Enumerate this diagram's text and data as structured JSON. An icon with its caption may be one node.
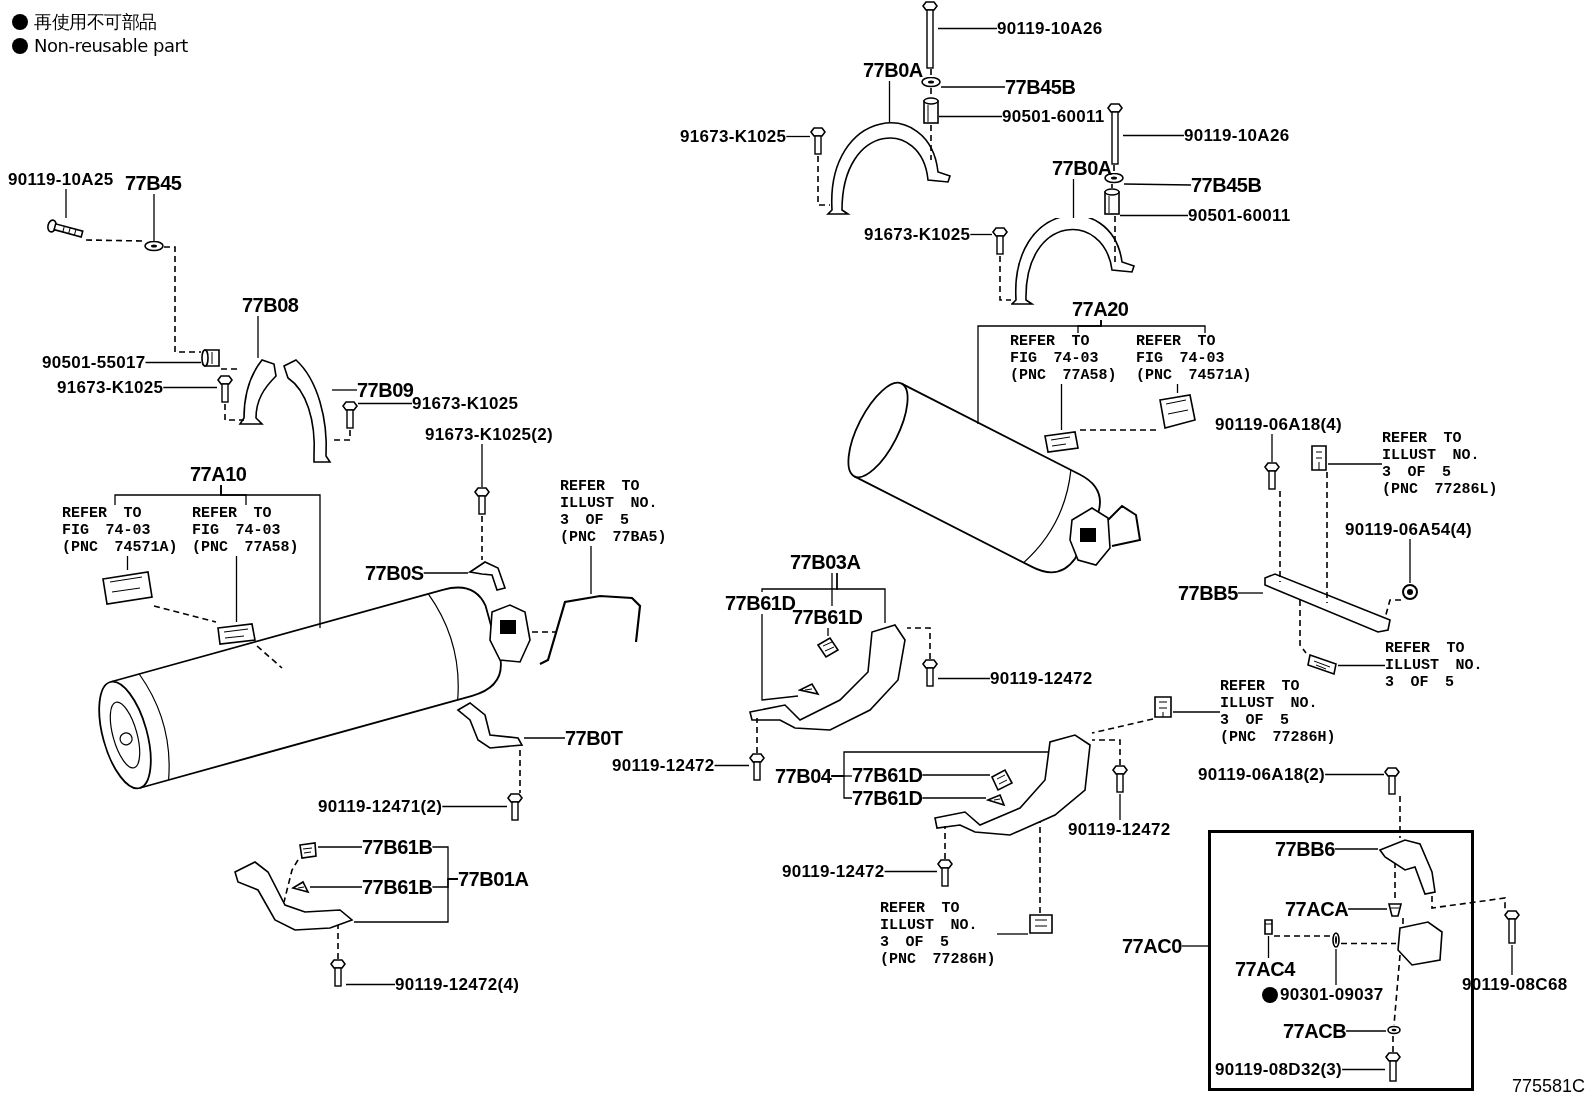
{
  "diagram": {
    "nodes": [
      {
        "text": [
          "90119-10A25"
        ]
      },
      {
        "text": [
          "77B45"
        ]
      },
      {
        "text": [
          "90119-10A26"
        ]
      },
      {
        "text": [
          "77B0A"
        ]
      },
      {
        "text": [
          "77B45B"
        ]
      },
      {
        "text": [
          "90501-60011"
        ]
      },
      {
        "text": [
          "91673-K1025"
        ]
      },
      {
        "text": [
          "90119-10A26"
        ]
      },
      {
        "text": [
          "77B0A"
        ]
      },
      {
        "text": [
          "77B45B"
        ]
      },
      {
        "text": [
          "90501-60011"
        ]
      },
      {
        "text": [
          "91673-K1025"
        ]
      },
      {
        "text": [
          "77B08"
        ]
      },
      {
        "text": [
          "77A20"
        ]
      },
      {
        "text": [
          "REFER TO FIG 74-03 (PNC 77A58)"
        ]
      },
      {
        "text": [
          "REFER TO FIG 74-03 (PNC 74571A)"
        ]
      },
      {
        "text": [
          "90501-55017"
        ]
      },
      {
        "text": [
          "91673-K1025"
        ]
      },
      {
        "text": [
          "77B09"
        ]
      },
      {
        "text": [
          "91673-K1025"
        ]
      },
      {
        "text": [
          "91673-K1025(2)"
        ]
      },
      {
        "text": [
          "90119-06A18(4)"
        ]
      },
      {
        "text": [
          "REFER TO ILLUST NO. 3 OF 5 (PNC 77286L)"
        ]
      },
      {
        "text": [
          "77A10"
        ]
      },
      {
        "text": [
          "REFER TO FIG 74-03 (PNC 74571A)"
        ]
      },
      {
        "text": [
          "REFER TO FIG 74-03 (PNC 77A58)"
        ]
      },
      {
        "text": [
          "REFER TO ILLUST NO. 3 OF 5 (PNC 77BA5)"
        ]
      },
      {
        "text": [
          "90119-06A54(4)"
        ]
      },
      {
        "text": [
          "77B03A"
        ]
      },
      {
        "text": [
          "77B61D"
        ]
      },
      {
        "text": [
          "77B61D"
        ]
      },
      {
        "text": [
          "77B0S"
        ]
      },
      {
        "text": [
          "77BB5"
        ]
      },
      {
        "text": [
          "REFER TO ILLUST NO. 3 OF 5"
        ]
      },
      {
        "text": [
          "90119-12472"
        ]
      },
      {
        "text": [
          "REFER TO ILLUST NO. 3 OF 5 (PNC 77286H)"
        ]
      },
      {
        "text": [
          "77B0T"
        ]
      },
      {
        "text": [
          "90119-12472"
        ]
      },
      {
        "text": [
          "77B04"
        ]
      },
      {
        "text": [
          "77B61D"
        ]
      },
      {
        "text": [
          "77B61D"
        ]
      },
      {
        "text": [
          "90119-06A18(2)"
        ]
      },
      {
        "text": [
          "90119-12471(2)"
        ]
      },
      {
        "text": [
          "90119-12472"
        ]
      },
      {
        "text": [
          "77B61B"
        ]
      },
      {
        "text": [
          "77B61B"
        ]
      },
      {
        "text": [
          "77B01A"
        ]
      },
      {
        "text": [
          "90119-12472"
        ]
      },
      {
        "text": [],
        "shape": "box"
      },
      {
        "text": [
          "77AC0"
        ]
      },
      {
        "text": [
          "77BB6"
        ],
        "in": 48
      },
      {
        "text": [
          "77ACA"
        ],
        "in": 48
      },
      {
        "text": [
          "77AC4"
        ],
        "in": 48
      },
      {
        "text": [
          "90301-09037"
        ],
        "in": 48
      },
      {
        "text": [
          "REFER TO ILLUST NO. 3 OF 5 (PNC 77286H)"
        ]
      },
      {
        "text": [
          "90119-08C68"
        ]
      },
      {
        "text": [
          "77ACB"
        ],
        "in": 48
      },
      {
        "text": [
          "90119-12472(4)"
        ]
      },
      {
        "text": [
          "90119-08D32(3)"
        ],
        "in": 48
      },
      {
        "text": [],
        "shape": "picture"
      },
      {
        "text": [],
        "shape": "picture"
      },
      {
        "text": [],
        "shape": "picture"
      },
      {
        "text": [],
        "shape": "picture"
      },
      {
        "text": [],
        "shape": "picture"
      },
      {
        "text": [],
        "shape": "picture"
      },
      {
        "text": [],
        "shape": "picture"
      },
      {
        "text": [],
        "shape": "picture"
      },
      {
        "text": [],
        "shape": "picture"
      },
      {
        "text": [],
        "shape": "picture"
      },
      {
        "text": [],
        "shape": "picture"
      },
      {
        "text": [],
        "shape": "picture"
      },
      {
        "text": [],
        "shape": "picture"
      },
      {
        "text": [],
        "shape": "picture"
      },
      {
        "text": [],
        "shape": "picture"
      },
      {
        "text": [],
        "shape": "picture"
      },
      {
        "text": [],
        "shape": "picture"
      },
      {
        "text": [],
        "shape": "picture"
      },
      {
        "text": [],
        "shape": "picture"
      },
      {
        "text": [],
        "shape": "picture",
        "in": 77
      },
      {
        "text": [],
        "shape": "picture"
      },
      {
        "text": [],
        "shape": "picture"
      },
      {
        "text": [],
        "shape": "picture"
      },
      {
        "text": [],
        "shape": "picture"
      },
      {
        "text": [],
        "shape": "picture",
        "in": 81
      },
      {
        "text": [],
        "shape": "picture"
      },
      {
        "text": [],
        "shape": "picture"
      },
      {
        "text": [],
        "shape": "picture"
      },
      {
        "text": [],
        "shape": "picture"
      },
      {
        "text": [],
        "shape": "picture"
      },
      {
        "text": [],
        "shape": "picture"
      },
      {
        "text": [],
        "shape": "picture"
      },
      {
        "text": [],
        "shape": "picture",
        "in": 89
      },
      {
        "text": [],
        "shape": "picture"
      },
      {
        "text": [],
        "shape": "picture"
      },
      {
        "text": [],
        "shape": "picture",
        "in": 93
      },
      {
        "text": [],
        "shape": "picture",
        "in": 93
      },
      {
        "text": [],
        "shape": "picture"
      },
      {
        "text": [],
        "shape": "picture"
      },
      {
        "text": [],
        "shape": "picture"
      },
      {
        "text": [],
        "shape": "picture",
        "in": 98
      },
      {
        "text": [],
        "shape": "picture",
        "in": 98
      },
      {
        "text": [],
        "shape": "picture"
      },
      {
        "text": [],
        "shape": "picture"
      },
      {
        "text": [],
        "shape": "picture"
      },
      {
        "text": [],
        "shape": "picture"
      },
      {
        "text": [],
        "shape": "picture"
      },
      {
        "text": [],
        "shape": "picture"
      },
      {
        "text": [],
        "shape": "picture"
      },
      {
        "text": [],
        "shape": "picture"
      },
      {
        "text": [],
        "shape": "picture"
      },
      {
        "text": [],
        "shape": "picture"
      },
      {
        "text": [],
        "shape": "picture"
      },
      {
        "text": [],
        "shape": "picture",
        "in": 48
      },
      {
        "text": [],
        "shape": "picture",
        "in": 48
      },
      {
        "text": [],
        "shape": "picture",
        "in": 48
      },
      {
        "text": [],
        "shape": "picture",
        "in": 48
      },
      {
        "text": [],
        "shape": "picture",
        "in": 48
      },
      {
        "text": [],
        "shape": "picture",
        "in": 48
      },
      {
        "text": [],
        "shape": "picture",
        "in": 48
      }
    ],
    "edges": [
      {
        "from": 0,
        "to": 59,
        "arrow": "none"
      },
      {
        "from": 1,
        "to": 60,
        "arrow": "none"
      },
      {
        "from": 2,
        "to": 67,
        "arrow": "none"
      },
      {
        "from": 3,
        "to": 70,
        "arrow": "none"
      },
      {
        "from": 4,
        "to": 68,
        "arrow": "none"
      },
      {
        "from": 5,
        "to": 69,
        "arrow": "none"
      },
      {
        "from": 6,
        "to": 71,
        "arrow": "none"
      },
      {
        "from": 7,
        "to": 72,
        "arrow": "none"
      },
      {
        "from": 8,
        "to": 75,
        "arrow": "none"
      },
      {
        "from": 9,
        "to": 73,
        "arrow": "none"
      },
      {
        "from": 10,
        "to": 74,
        "arrow": "none"
      },
      {
        "from": 11,
        "to": 76,
        "arrow": "none"
      },
      {
        "from": 12,
        "to": 62,
        "arrow": "none"
      },
      {
        "from": 13,
        "to": 14,
        "arrow": "none"
      },
      {
        "from": 13,
        "to": 15,
        "arrow": "none"
      },
      {
        "from": 13,
        "to": 77,
        "arrow": "none"
      },
      {
        "from": 14,
        "to": 78,
        "arrow": "none"
      },
      {
        "from": 15,
        "to": 79,
        "arrow": "none"
      },
      {
        "from": 16,
        "to": 61,
        "arrow": "none"
      },
      {
        "from": 17,
        "to": 63,
        "arrow": "none"
      },
      {
        "from": 18,
        "to": 64,
        "arrow": "none"
      },
      {
        "from": 19,
        "to": 65,
        "arrow": "none"
      },
      {
        "from": 20,
        "to": 66,
        "arrow": "none"
      },
      {
        "from": 21,
        "to": 106,
        "arrow": "none"
      },
      {
        "from": 22,
        "to": 107,
        "arrow": "none"
      },
      {
        "from": 23,
        "to": 24,
        "arrow": "none"
      },
      {
        "from": 23,
        "to": 25,
        "arrow": "none"
      },
      {
        "from": 23,
        "to": 81,
        "arrow": "none"
      },
      {
        "from": 24,
        "to": 82,
        "arrow": "none"
      },
      {
        "from": 25,
        "to": 83,
        "arrow": "none"
      },
      {
        "from": 26,
        "to": 86,
        "arrow": "none"
      },
      {
        "from": 27,
        "to": 108,
        "arrow": "none"
      },
      {
        "from": 28,
        "to": 29,
        "arrow": "none"
      },
      {
        "from": 28,
        "to": 30,
        "arrow": "none"
      },
      {
        "from": 28,
        "to": 93,
        "arrow": "none"
      },
      {
        "from": 29,
        "to": 94,
        "arrow": "none"
      },
      {
        "from": 30,
        "to": 95,
        "arrow": "none"
      },
      {
        "from": 31,
        "to": 84,
        "arrow": "none"
      },
      {
        "from": 32,
        "to": 105,
        "arrow": "none"
      },
      {
        "from": 33,
        "to": 109,
        "arrow": "none"
      },
      {
        "from": 34,
        "to": 96,
        "arrow": "none"
      },
      {
        "from": 35,
        "to": 104,
        "arrow": "none"
      },
      {
        "from": 36,
        "to": 87,
        "arrow": "none"
      },
      {
        "from": 37,
        "to": 97,
        "arrow": "none"
      },
      {
        "from": 38,
        "to": 39,
        "arrow": "none"
      },
      {
        "from": 38,
        "to": 40,
        "arrow": "none"
      },
      {
        "from": 38,
        "to": 98,
        "arrow": "none"
      },
      {
        "from": 39,
        "to": 99,
        "arrow": "none"
      },
      {
        "from": 40,
        "to": 100,
        "arrow": "none"
      },
      {
        "from": 41,
        "to": 110,
        "arrow": "none"
      },
      {
        "from": 42,
        "to": 88,
        "arrow": "none"
      },
      {
        "from": 43,
        "to": 101,
        "arrow": "none"
      },
      {
        "from": 44,
        "to": 90,
        "arrow": "none"
      },
      {
        "from": 45,
        "to": 91,
        "arrow": "none"
      },
      {
        "from": 46,
        "to": 44,
        "arrow": "none"
      },
      {
        "from": 46,
        "to": 45,
        "arrow": "none"
      },
      {
        "from": 46,
        "to": 89,
        "arrow": "none"
      },
      {
        "from": 47,
        "to": 102,
        "arrow": "none"
      },
      {
        "from": 49,
        "to": 48,
        "arrow": "none"
      },
      {
        "from": 50,
        "to": 112,
        "arrow": "none"
      },
      {
        "from": 51,
        "to": 113,
        "arrow": "none"
      },
      {
        "from": 52,
        "to": 114,
        "arrow": "none"
      },
      {
        "from": 53,
        "to": 115,
        "arrow": "none"
      },
      {
        "from": 54,
        "to": 103,
        "arrow": "none"
      },
      {
        "from": 55,
        "to": 111,
        "arrow": "none"
      },
      {
        "from": 56,
        "to": 117,
        "arrow": "none"
      },
      {
        "from": 57,
        "to": 92,
        "arrow": "none"
      },
      {
        "from": 58,
        "to": 118,
        "arrow": "none"
      },
      {
        "from": 59,
        "to": 60,
        "arrow": "none",
        "style": "dashed"
      },
      {
        "from": 60,
        "to": 61,
        "arrow": "none",
        "style": "dashed"
      },
      {
        "from": 61,
        "to": 62,
        "arrow": "none",
        "style": "dashed"
      },
      {
        "from": 63,
        "to": 62,
        "arrow": "none",
        "style": "dashed"
      },
      {
        "from": 65,
        "to": 64,
        "arrow": "none",
        "style": "dashed"
      },
      {
        "from": 66,
        "to": 84,
        "arrow": "none",
        "style": "dashed"
      },
      {
        "from": 67,
        "to": 68,
        "arrow": "none",
        "style": "dashed"
      },
      {
        "from": 68,
        "to": 69,
        "arrow": "none",
        "style": "dashed"
      },
      {
        "from": 69,
        "to": 70,
        "arrow": "none",
        "style": "dashed"
      },
      {
        "from": 71,
        "to": 70,
        "arrow": "none",
        "style": "dashed"
      },
      {
        "from": 72,
        "to": 73,
        "arrow": "none",
        "style": "dashed"
      },
      {
        "from": 73,
        "to": 74,
        "arrow": "none",
        "style": "dashed"
      },
      {
        "from": 74,
        "to": 75,
        "arrow": "none",
        "style": "dashed"
      },
      {
        "from": 76,
        "to": 75,
        "arrow": "none",
        "style": "dashed"
      },
      {
        "from": 82,
        "to": 83,
        "arrow": "none",
        "style": "dashed"
      },
      {
        "from": 83,
        "to": 81,
        "arrow": "none",
        "style": "dashed"
      },
      {
        "from": 78,
        "to": 79,
        "arrow": "none",
        "style": "dashed"
      },
      {
        "from": 85,
        "to": 86,
        "arrow": "none",
        "style": "dashed"
      },
      {
        "from": 87,
        "to": 88,
        "arrow": "none",
        "style": "dashed"
      },
      {
        "from": 90,
        "to": 89,
        "arrow": "none",
        "style": "dashed"
      },
      {
        "from": 92,
        "to": 89,
        "arrow": "none",
        "style": "dashed"
      },
      {
        "from": 96,
        "to": 93,
        "arrow": "none",
        "style": "dashed"
      },
      {
        "from": 97,
        "to": 93,
        "arrow": "none",
        "style": "dashed"
      },
      {
        "from": 101,
        "to": 98,
        "arrow": "none",
        "style": "dashed"
      },
      {
        "from": 102,
        "to": 98,
        "arrow": "none",
        "style": "dashed"
      },
      {
        "from": 103,
        "to": 98,
        "arrow": "none",
        "style": "dashed"
      },
      {
        "from": 104,
        "to": 98,
        "arrow": "none",
        "style": "dashed"
      },
      {
        "from": 106,
        "to": 105,
        "arrow": "none",
        "style": "dashed"
      },
      {
        "from": 107,
        "to": 105,
        "arrow": "none",
        "style": "dashed"
      },
      {
        "from": 108,
        "to": 105,
        "arrow": "none",
        "style": "dashed"
      },
      {
        "from": 105,
        "to": 109,
        "arrow": "none",
        "style": "dashed"
      },
      {
        "from": 110,
        "to": 112,
        "arrow": "none",
        "style": "dashed"
      },
      {
        "from": 112,
        "to": 113,
        "arrow": "none",
        "style": "dashed"
      },
      {
        "from": 113,
        "to": 116,
        "arrow": "none",
        "style": "dashed"
      },
      {
        "from": 116,
        "to": 117,
        "arrow": "none",
        "style": "dashed"
      },
      {
        "from": 117,
        "to": 118,
        "arrow": "none",
        "style": "dashed"
      },
      {
        "from": 114,
        "to": 115,
        "arrow": "none",
        "style": "dashed"
      },
      {
        "from": 115,
        "to": 116,
        "arrow": "none",
        "style": "dashed"
      },
      {
        "from": 112,
        "to": 111,
        "arrow": "none",
        "style": "dashed"
      }
    ],
    "labels": [
      "775581C"
    ],
    "legend": [
      {
        "text": "再使用不可部品"
      },
      {
        "text": "Non-reusable part"
      }
    ]
  }
}
